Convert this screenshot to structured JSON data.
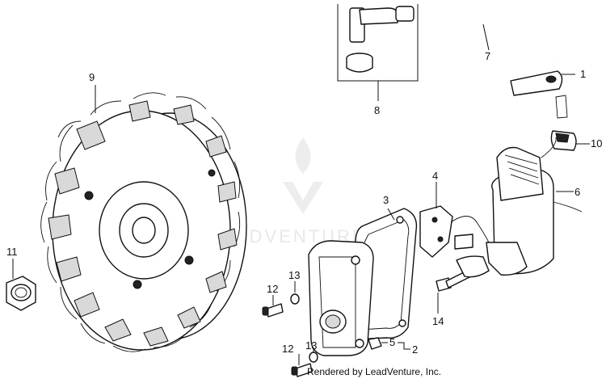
{
  "watermark": {
    "brand": "LEADVENTURE"
  },
  "credit": "Rendered by LeadVenture, Inc.",
  "callouts": {
    "c1": "1",
    "c2": "2",
    "c3": "3",
    "c4": "4",
    "c5": "5",
    "c6": "6",
    "c7": "7",
    "c8": "8",
    "c9": "9",
    "c10": "10",
    "c11": "11",
    "c12a": "12",
    "c12b": "12",
    "c13a": "13",
    "c13b": "13",
    "c14": "14"
  }
}
